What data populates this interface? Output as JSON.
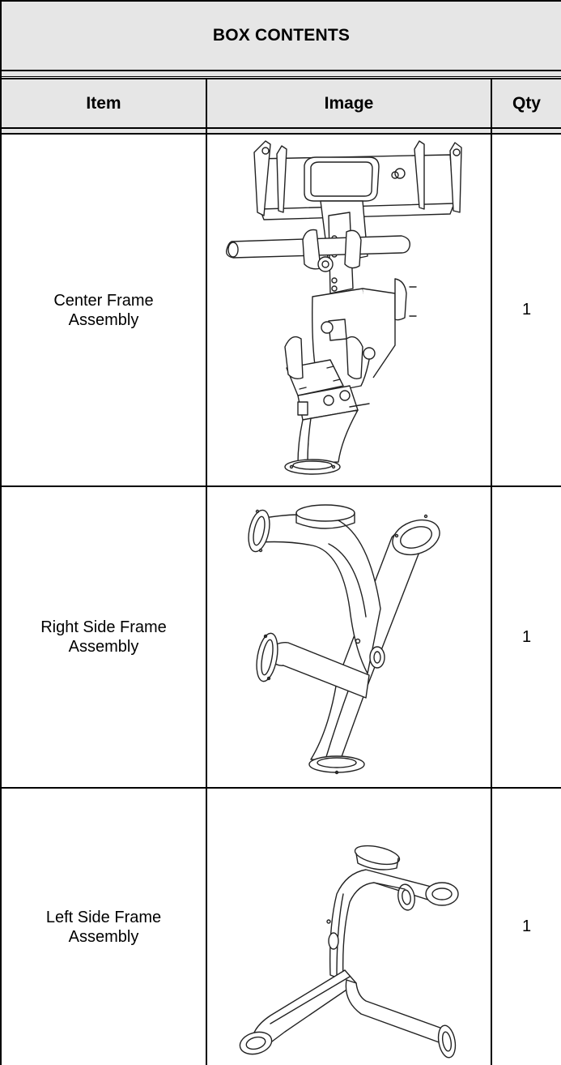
{
  "table": {
    "title": "BOX CONTENTS",
    "columns": {
      "item": "Item",
      "image": "Image",
      "qty": "Qty"
    },
    "rows": [
      {
        "item": "Center Frame Assembly",
        "image_icon": "center-frame-assembly-drawing",
        "qty": "1"
      },
      {
        "item": "Right Side Frame Assembly",
        "image_icon": "right-side-frame-assembly-drawing",
        "qty": "1"
      },
      {
        "item": "Left Side Frame Assembly",
        "image_icon": "left-side-frame-assembly-drawing",
        "qty": "1"
      }
    ]
  }
}
